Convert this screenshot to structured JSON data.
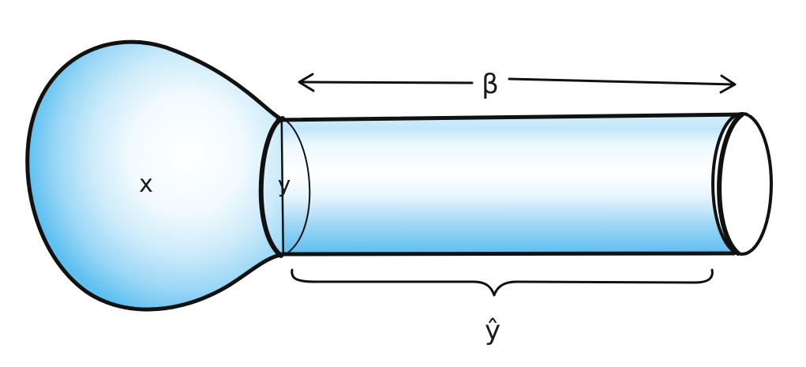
{
  "labels": {
    "bulb": "x",
    "neck": "y",
    "length": "β",
    "bracket": "ŷ"
  },
  "colors": {
    "outline": "#111111",
    "blue_dark": "#5fbff0",
    "blue_mid": "#8fd3f5",
    "blue_light": "#c6e8fa",
    "blue_pale": "#e6f5fd",
    "background": "#ffffff"
  }
}
